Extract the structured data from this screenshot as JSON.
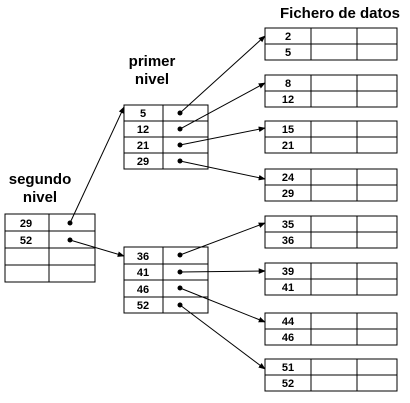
{
  "labels": {
    "data_file": "Fichero de datos",
    "first_level_line1": "primer",
    "first_level_line2": "nivel",
    "second_level_line1": "segundo",
    "second_level_line2": "nivel"
  },
  "second_level_index": [
    "29",
    "52",
    "",
    ""
  ],
  "first_level_indexes": [
    [
      "5",
      "12",
      "21",
      "29"
    ],
    [
      "36",
      "41",
      "46",
      "52"
    ]
  ],
  "data_blocks": [
    [
      "2",
      "5"
    ],
    [
      "8",
      "12"
    ],
    [
      "15",
      "21"
    ],
    [
      "24",
      "29"
    ],
    [
      "35",
      "36"
    ],
    [
      "39",
      "41"
    ],
    [
      "44",
      "46"
    ],
    [
      "51",
      "52"
    ]
  ]
}
